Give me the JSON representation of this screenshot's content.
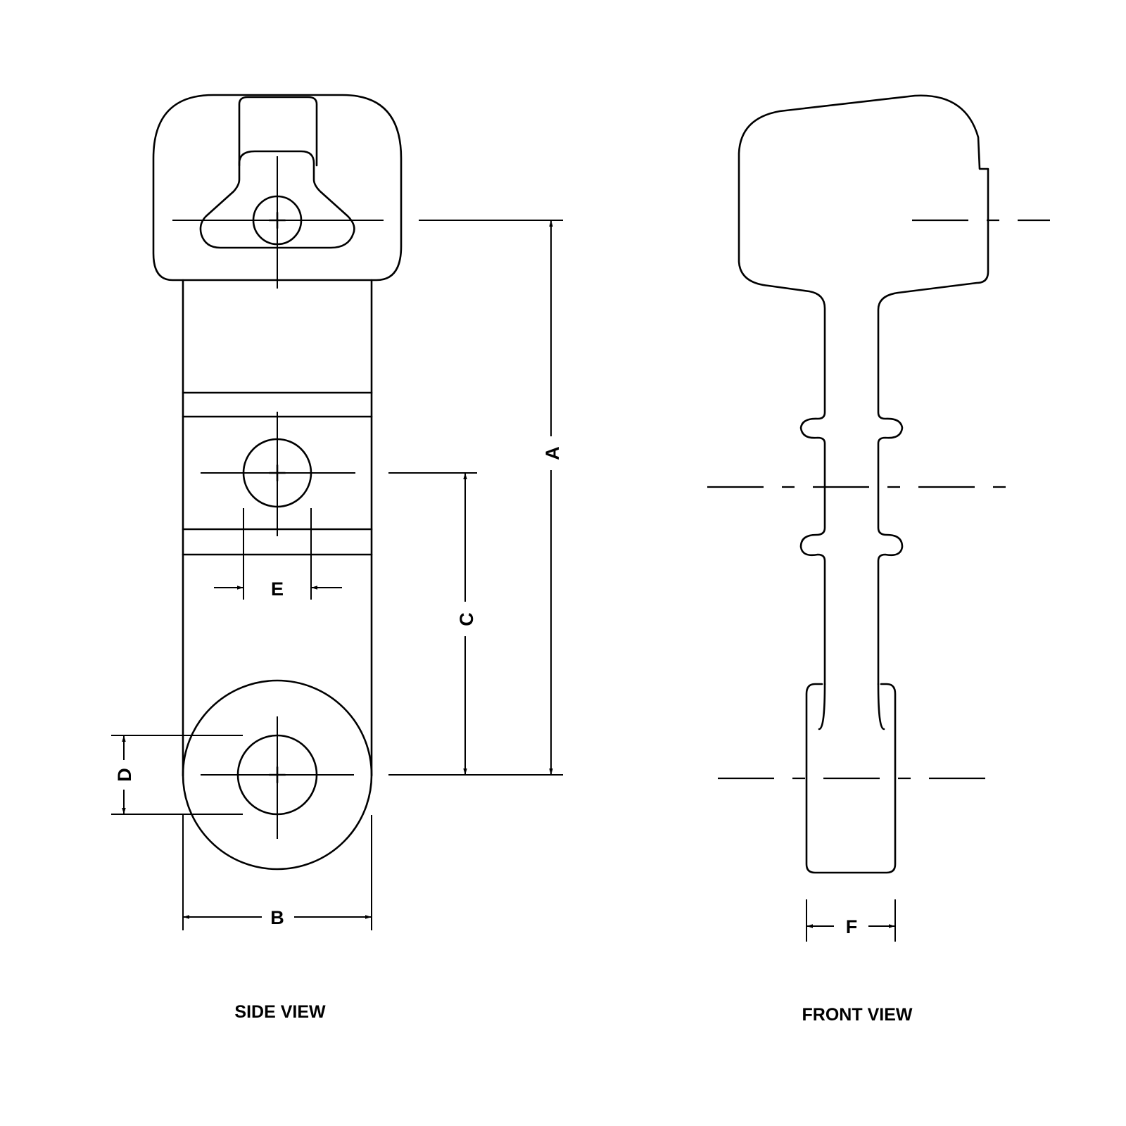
{
  "views": {
    "side": {
      "label": "SIDE VIEW"
    },
    "front": {
      "label": "FRONT VIEW"
    }
  },
  "dimensions": {
    "A": "A",
    "B": "B",
    "C": "C",
    "D": "D",
    "E": "E",
    "F": "F"
  },
  "style": {
    "line_color": "#000000",
    "background": "#ffffff"
  }
}
